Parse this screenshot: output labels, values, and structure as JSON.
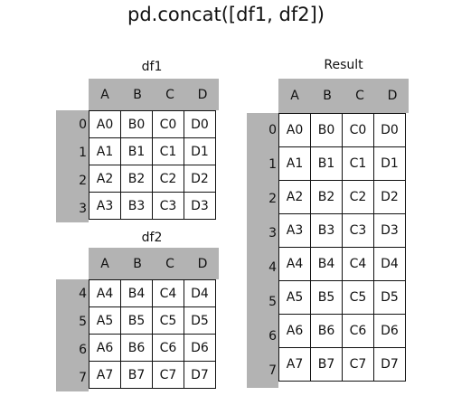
{
  "title": "pd.concat([df1, df2])",
  "tables": {
    "df1": {
      "label": "df1",
      "columns": [
        "A",
        "B",
        "C",
        "D"
      ],
      "index": [
        "0",
        "1",
        "2",
        "3"
      ],
      "rows": [
        [
          "A0",
          "B0",
          "C0",
          "D0"
        ],
        [
          "A1",
          "B1",
          "C1",
          "D1"
        ],
        [
          "A2",
          "B2",
          "C2",
          "D2"
        ],
        [
          "A3",
          "B3",
          "C3",
          "D3"
        ]
      ]
    },
    "df2": {
      "label": "df2",
      "columns": [
        "A",
        "B",
        "C",
        "D"
      ],
      "index": [
        "4",
        "5",
        "6",
        "7"
      ],
      "rows": [
        [
          "A4",
          "B4",
          "C4",
          "D4"
        ],
        [
          "A5",
          "B5",
          "C5",
          "D5"
        ],
        [
          "A6",
          "B6",
          "C6",
          "D6"
        ],
        [
          "A7",
          "B7",
          "C7",
          "D7"
        ]
      ]
    },
    "result": {
      "label": "Result",
      "columns": [
        "A",
        "B",
        "C",
        "D"
      ],
      "index": [
        "0",
        "1",
        "2",
        "3",
        "4",
        "5",
        "6",
        "7"
      ],
      "rows": [
        [
          "A0",
          "B0",
          "C0",
          "D0"
        ],
        [
          "A1",
          "B1",
          "C1",
          "D1"
        ],
        [
          "A2",
          "B2",
          "C2",
          "D2"
        ],
        [
          "A3",
          "B3",
          "C3",
          "D3"
        ],
        [
          "A4",
          "B4",
          "C4",
          "D4"
        ],
        [
          "A5",
          "B5",
          "C5",
          "D5"
        ],
        [
          "A6",
          "B6",
          "C6",
          "D6"
        ],
        [
          "A7",
          "B7",
          "C7",
          "D7"
        ]
      ]
    }
  }
}
